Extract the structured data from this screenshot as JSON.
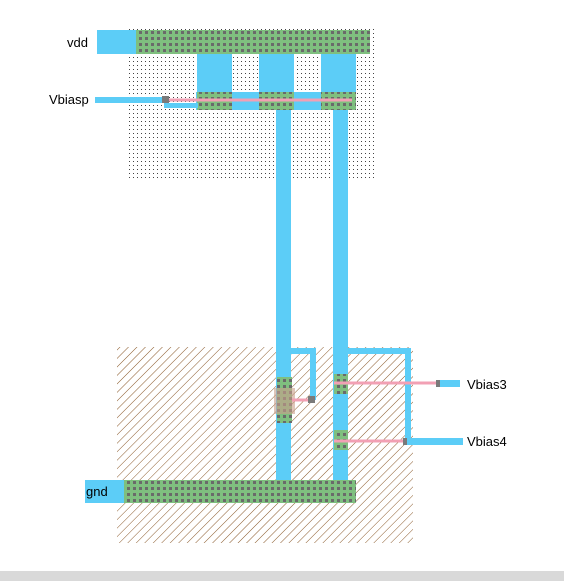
{
  "labels": {
    "vdd": "vdd",
    "vbiasp": "Vbiasp",
    "vbias3": "Vbias3",
    "vbias4": "Vbias4",
    "gnd": "gnd"
  },
  "colors": {
    "metal": "#5ccdf7",
    "active": "#7fbf7f",
    "contact": "#7a7a7a",
    "poly": "#f2a0b4",
    "nwell_dots": "#444444",
    "psub_hatch": "#8b5a2b",
    "background": "#ffffff"
  }
}
